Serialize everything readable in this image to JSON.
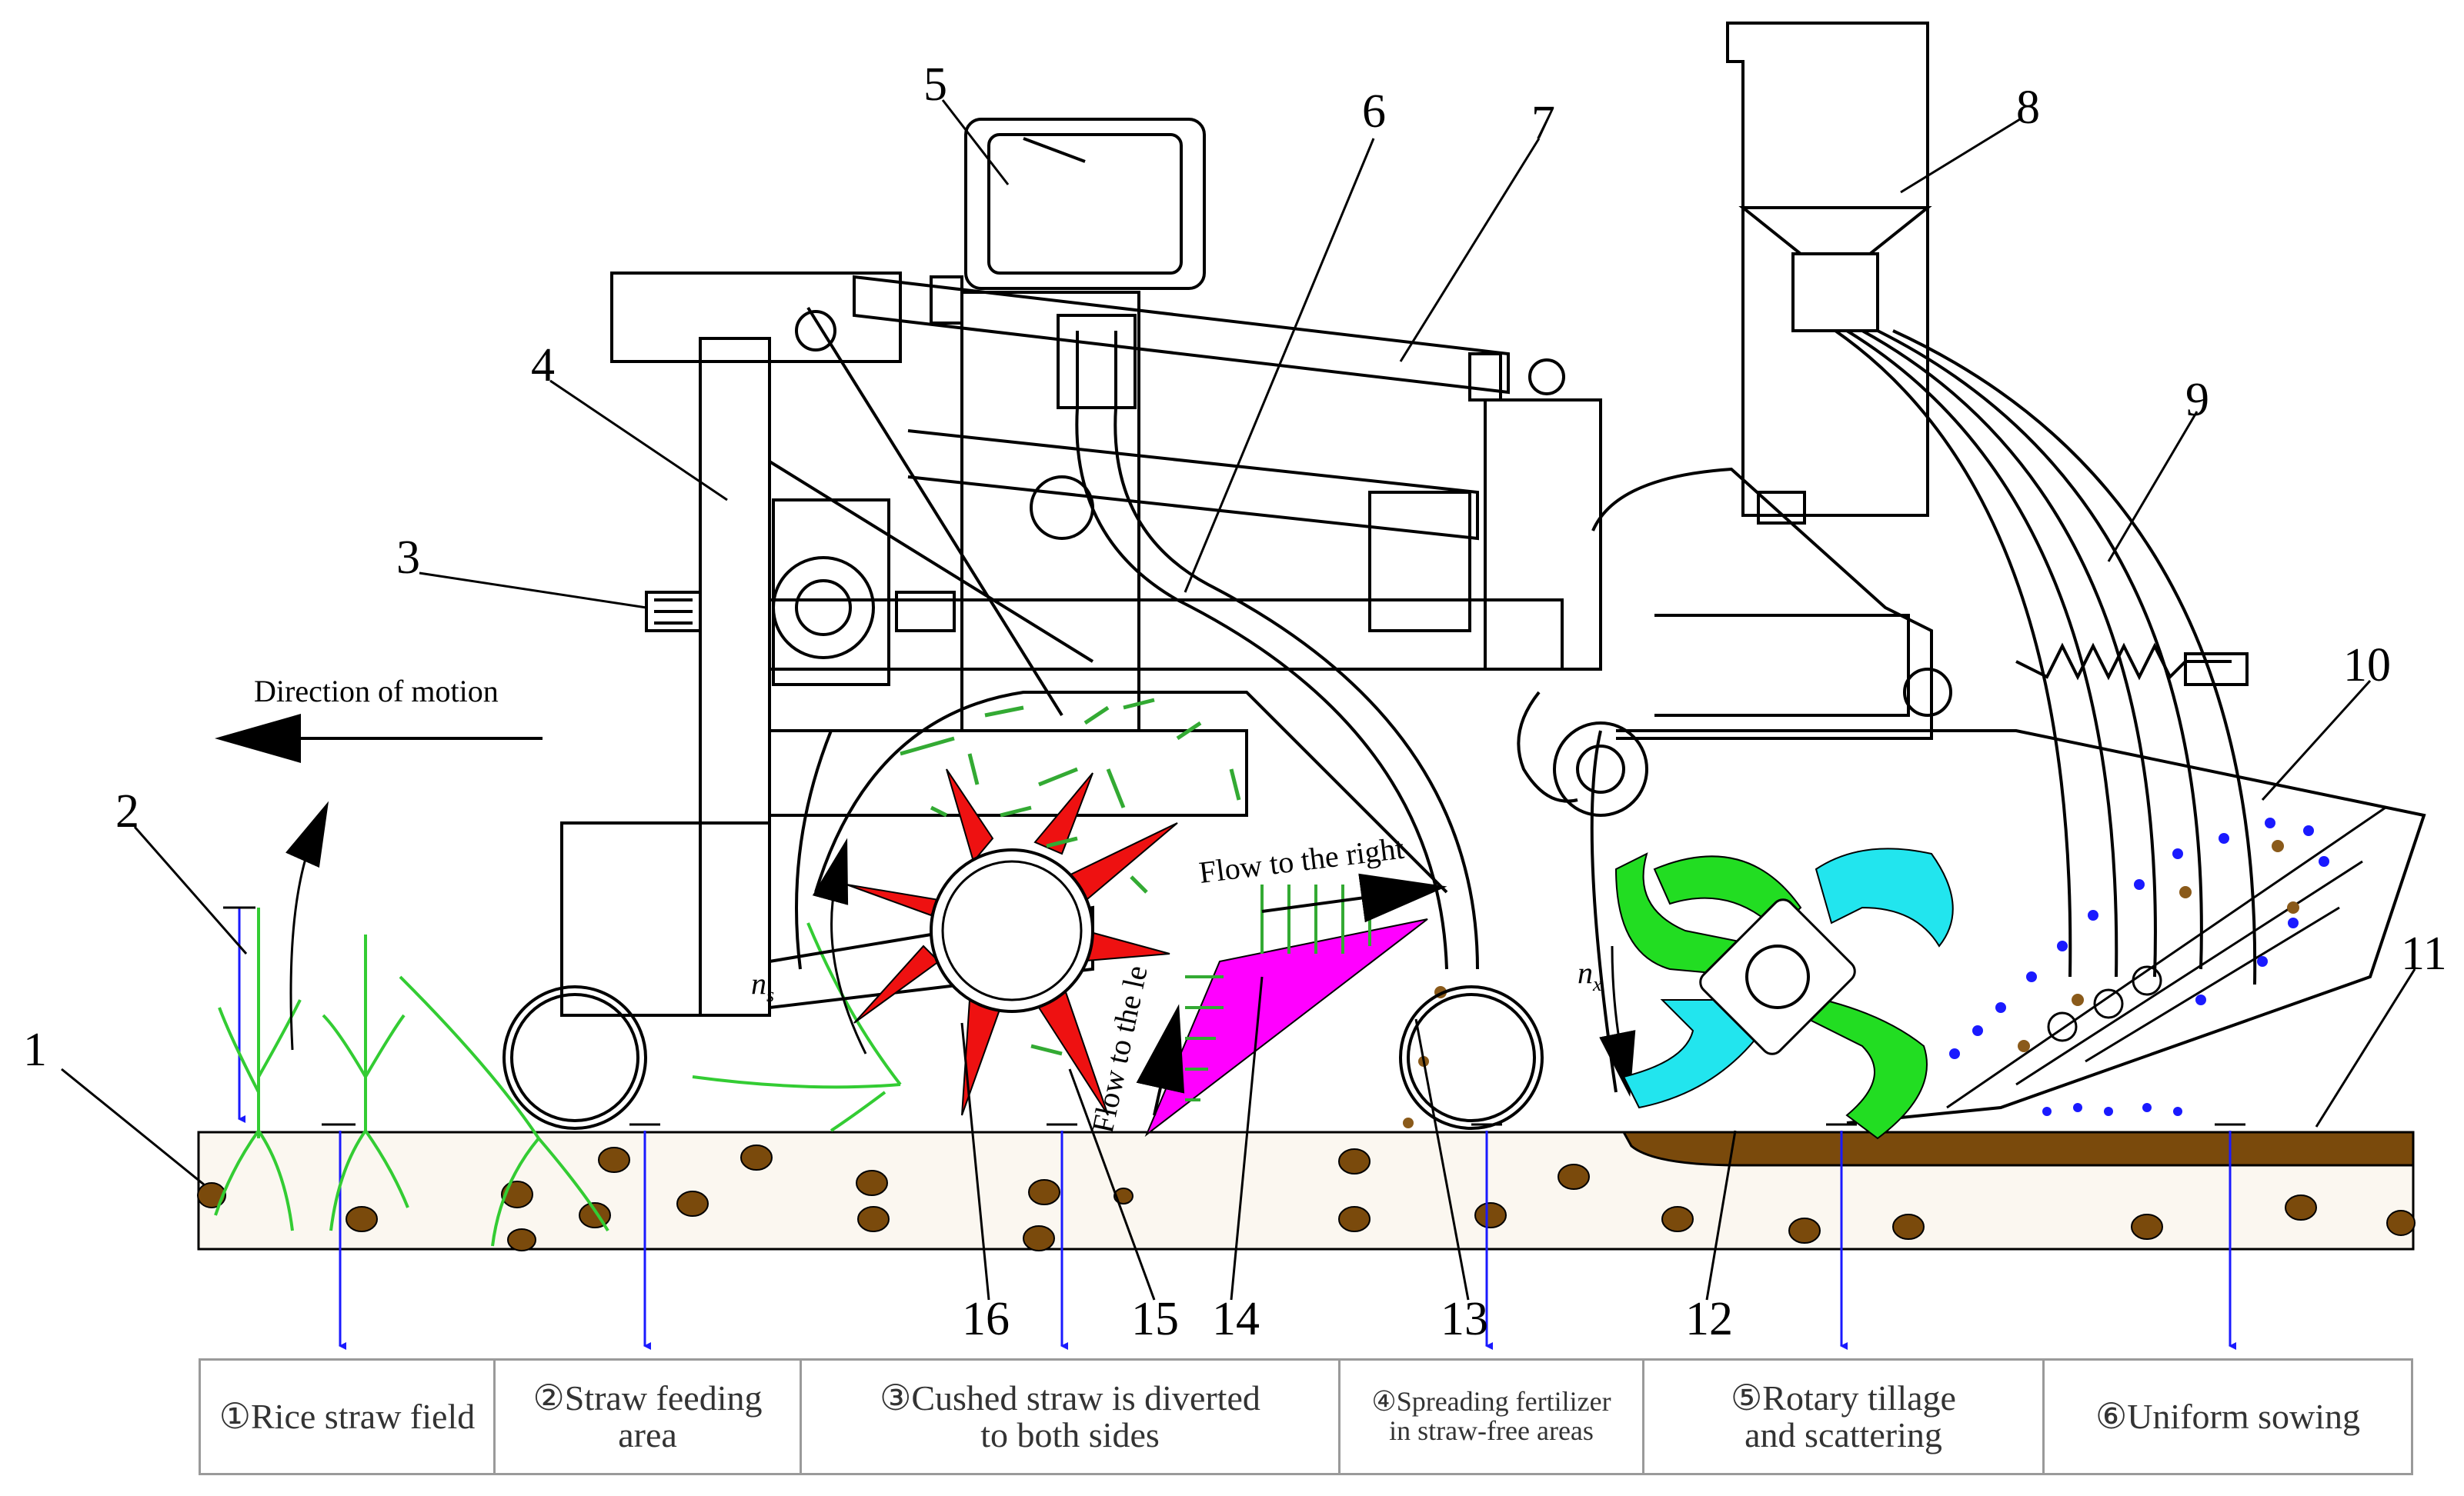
{
  "motion_label": "Direction of motion",
  "numbers": [
    "1",
    "2",
    "3",
    "4",
    "5",
    "6",
    "7",
    "8",
    "9",
    "10",
    "11",
    "12",
    "13",
    "14",
    "15",
    "16"
  ],
  "flow_right": "Flow to the right",
  "flow_left": "Flow to the le",
  "ns_label": "n",
  "ns_sub": "s",
  "nx_label": "n",
  "nx_sub": "x",
  "stages": [
    {
      "l1": "①Rice straw field",
      "l2": ""
    },
    {
      "l1": "②Straw feeding",
      "l2": "area"
    },
    {
      "l1": "③Cushed straw is diverted",
      "l2": "to both sides"
    },
    {
      "l1": "④Spreading fertilizer",
      "l2": "in straw-free areas"
    },
    {
      "l1": "⑤Rotary tillage",
      "l2": "and scattering"
    },
    {
      "l1": "⑥Uniform sowing",
      "l2": ""
    }
  ],
  "colors": {
    "soil_brown": "#7a4a0c",
    "straw_green": "#33cc33",
    "blade_red": "#ee1111",
    "deflector_magenta": "#ff00ff",
    "arrow_blue": "#1a1aff",
    "blade_green": "#22dd22",
    "blade_cyan": "#22e5ee"
  }
}
